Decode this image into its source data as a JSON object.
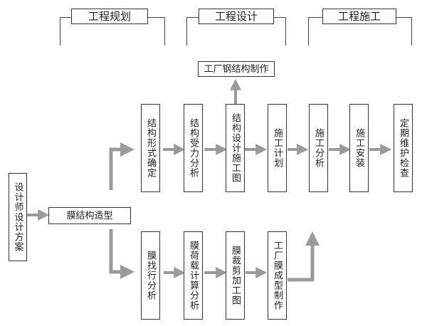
{
  "phases": {
    "planning": "工程规划",
    "design": "工程设计",
    "construction": "工程施工"
  },
  "designer": "设计师设计方案",
  "membrane_modeling": "膜结构造型",
  "factory_steel": "工厂钢结构制作",
  "upper_chain": [
    "结构形式确定",
    "结构受力分析",
    "结构设计施工图",
    "施工计划",
    "施工分析",
    "施工安装",
    "定期维护检查"
  ],
  "lower_chain": [
    "膜找行分析",
    "膜荷载计算分析",
    "膜裁剪加工图",
    "工厂膜成型制作"
  ],
  "colors": {
    "arrow": "#9a9a9a",
    "border": "#333333"
  }
}
